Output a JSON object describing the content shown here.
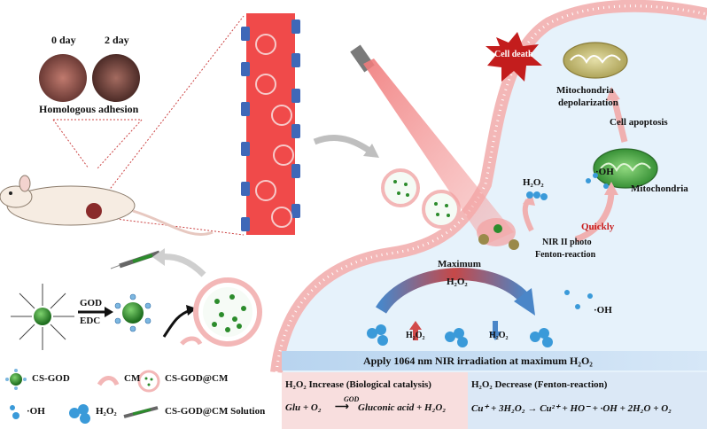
{
  "labels": {
    "day0": "0 day",
    "day2": "2 day",
    "homologous_adhesion": "Homologous adhesion",
    "cell_death": "Cell death",
    "wavelength": "1064 nm",
    "mito_depol_1": "Mitochondria",
    "mito_depol_2": "depolarization",
    "cell_apoptosis": "Cell apoptosis",
    "mitochondria": "Mitochondria",
    "oh_top": "·OH",
    "h2o2_top": "H₂O₂",
    "quickly": "Quickly",
    "nir_1": "NIR II photo",
    "nir_2": "Fenton-reaction",
    "maximum": "Maximum",
    "h2o2_center": "H₂O₂",
    "h2o2_up": "H₂O₂",
    "h2o2_down": "H₂O₂",
    "oh_right": "·OH",
    "god": "GOD",
    "edc": "EDC",
    "banner": "Apply 1064 nm NIR irradiation at maximum H₂O₂",
    "increase_title": "H₂O₂ Increase (Biological catalysis)",
    "decrease_title": "H₂O₂ Decrease   (Fenton-reaction)",
    "eq_left_a": "Glu + O₂",
    "eq_left_god": "GOD",
    "eq_left_b": "Gluconic acid  +  H₂O₂",
    "eq_right": "Cu⁺ + 3H₂O₂ → Cu²⁺ + HO⁻ + ·OH + 2H₂O + O₂",
    "legend_csgod": "CS-GOD",
    "legend_cm": "CM",
    "legend_csgodcm": "CS-GOD@CM",
    "legend_oh": "·OH",
    "legend_h2o2": "H₂O₂",
    "legend_solution": "CS-GOD@CM Solution"
  },
  "colors": {
    "vessel": "#f04a4a",
    "membrane": "#f3b7b7",
    "cytoplasm": "#e6f2fb",
    "green_core": "#2c8c2c",
    "water_blue": "#3a9ad9",
    "quickly_red": "#c81e1e"
  }
}
